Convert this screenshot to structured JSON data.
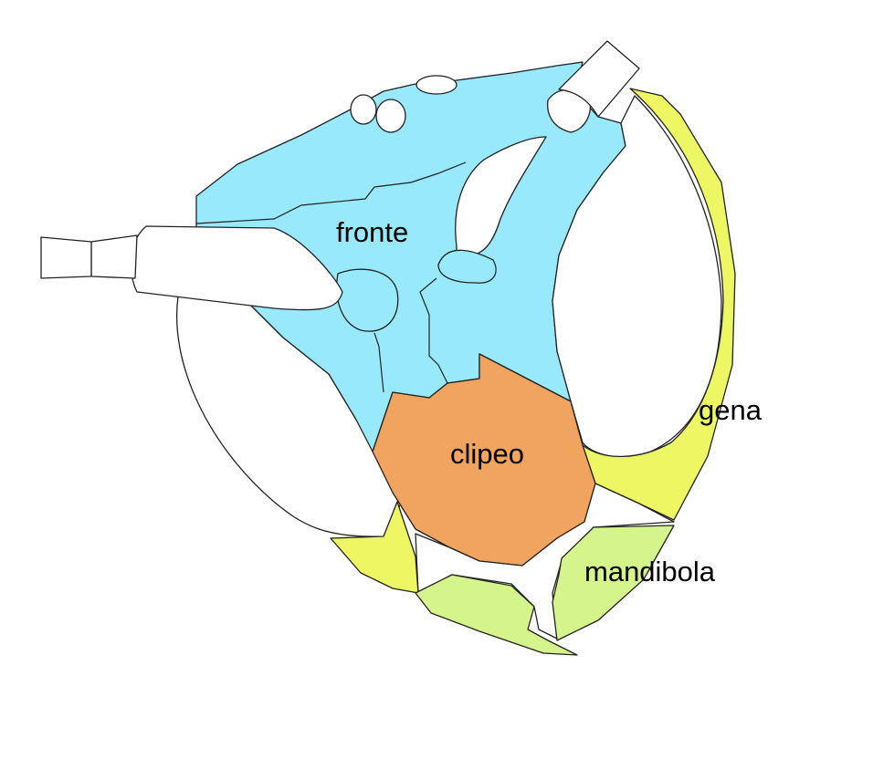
{
  "labels": {
    "fronte": "fronte",
    "clipeo": "clipeo",
    "gena": "gena",
    "mandibola": "mandibola"
  },
  "colors": {
    "fronte": "#97E9FB",
    "clipeo": "#F0A45F",
    "gena": "#EDF763",
    "mandibola": "#D6F48C",
    "outline": "#222222"
  }
}
